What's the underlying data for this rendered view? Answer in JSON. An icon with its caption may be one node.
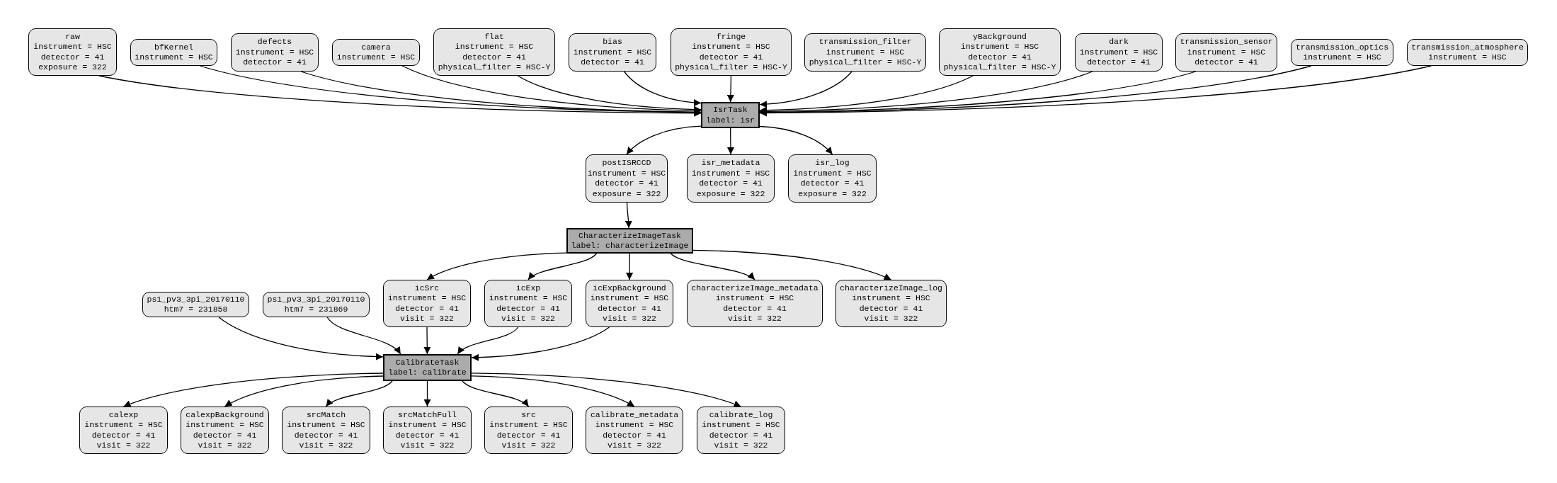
{
  "diagram": {
    "nodes": [
      {
        "text": [
          "raw",
          "instrument = HSC",
          "detector = 41",
          "exposure = 322"
        ]
      },
      {
        "text": [
          "bfKernel",
          "instrument = HSC"
        ]
      },
      {
        "text": [
          "defects",
          "instrument = HSC",
          "detector = 41"
        ]
      },
      {
        "text": [
          "camera",
          "instrument = HSC"
        ]
      },
      {
        "text": [
          "flat",
          "instrument = HSC",
          "detector = 41",
          "physical_filter = HSC-Y"
        ]
      },
      {
        "text": [
          "bias",
          "instrument = HSC",
          "detector = 41"
        ]
      },
      {
        "text": [
          "fringe",
          "instrument = HSC",
          "detector = 41",
          "physical_filter = HSC-Y"
        ]
      },
      {
        "text": [
          "transmission_filter",
          "instrument = HSC",
          "physical_filter = HSC-Y"
        ]
      },
      {
        "text": [
          "yBackground",
          "instrument = HSC",
          "detector = 41",
          "physical_filter = HSC-Y"
        ]
      },
      {
        "text": [
          "dark",
          "instrument = HSC",
          "detector = 41"
        ]
      },
      {
        "text": [
          "transmission_sensor",
          "instrument = HSC",
          "detector = 41"
        ]
      },
      {
        "text": [
          "transmission_optics",
          "instrument = HSC"
        ]
      },
      {
        "text": [
          "transmission_atmosphere",
          "instrument = HSC"
        ]
      },
      {
        "text": [
          "IsrTask",
          "label: isr"
        ]
      },
      {
        "text": [
          "postISRCCD",
          "instrument = HSC",
          "detector = 41",
          "exposure = 322"
        ]
      },
      {
        "text": [
          "isr_metadata",
          "instrument = HSC",
          "detector = 41",
          "exposure = 322"
        ]
      },
      {
        "text": [
          "isr_log",
          "instrument = HSC",
          "detector = 41",
          "exposure = 322"
        ]
      },
      {
        "text": [
          "CharacterizeImageTask",
          "label: characterizeImage"
        ]
      },
      {
        "text": [
          "ps1_pv3_3pi_20170110",
          "htm7 = 231858"
        ]
      },
      {
        "text": [
          "ps1_pv3_3pi_20170110",
          "htm7 = 231869"
        ]
      },
      {
        "text": [
          "icSrc",
          "instrument = HSC",
          "detector = 41",
          "visit = 322"
        ]
      },
      {
        "text": [
          "icExp",
          "instrument = HSC",
          "detector = 41",
          "visit = 322"
        ]
      },
      {
        "text": [
          "icExpBackground",
          "instrument = HSC",
          "detector = 41",
          "visit = 322"
        ]
      },
      {
        "text": [
          "characterizeImage_metadata",
          "instrument = HSC",
          "detector = 41",
          "visit = 322"
        ]
      },
      {
        "text": [
          "characterizeImage_log",
          "instrument = HSC",
          "detector = 41",
          "visit = 322"
        ]
      },
      {
        "text": [
          "CalibrateTask",
          "label: calibrate"
        ]
      },
      {
        "text": [
          "calexp",
          "instrument = HSC",
          "detector = 41",
          "visit = 322"
        ]
      },
      {
        "text": [
          "calexpBackground",
          "instrument = HSC",
          "detector = 41",
          "visit = 322"
        ]
      },
      {
        "text": [
          "srcMatch",
          "instrument = HSC",
          "detector = 41",
          "visit = 322"
        ]
      },
      {
        "text": [
          "srcMatchFull",
          "instrument = HSC",
          "detector = 41",
          "visit = 322"
        ]
      },
      {
        "text": [
          "src",
          "instrument = HSC",
          "detector = 41",
          "visit = 322"
        ]
      },
      {
        "text": [
          "calibrate_metadata",
          "instrument = HSC",
          "detector = 41",
          "visit = 322"
        ]
      },
      {
        "text": [
          "calibrate_log",
          "instrument = HSC",
          "detector = 41",
          "visit = 322"
        ]
      }
    ],
    "edges": [
      {
        "from": 0,
        "to": 13,
        "arrow": "to"
      },
      {
        "from": 1,
        "to": 13,
        "arrow": "to"
      },
      {
        "from": 2,
        "to": 13,
        "arrow": "to"
      },
      {
        "from": 3,
        "to": 13,
        "arrow": "to"
      },
      {
        "from": 4,
        "to": 13,
        "arrow": "to"
      },
      {
        "from": 5,
        "to": 13,
        "arrow": "to"
      },
      {
        "from": 6,
        "to": 13,
        "arrow": "to"
      },
      {
        "from": 7,
        "to": 13,
        "arrow": "to"
      },
      {
        "from": 8,
        "to": 13,
        "arrow": "to"
      },
      {
        "from": 9,
        "to": 13,
        "arrow": "to"
      },
      {
        "from": 10,
        "to": 13,
        "arrow": "to"
      },
      {
        "from": 11,
        "to": 13,
        "arrow": "to"
      },
      {
        "from": 12,
        "to": 13,
        "arrow": "to"
      },
      {
        "from": 13,
        "to": 14,
        "arrow": "to"
      },
      {
        "from": 13,
        "to": 15,
        "arrow": "to"
      },
      {
        "from": 13,
        "to": 16,
        "arrow": "to"
      },
      {
        "from": 14,
        "to": 17,
        "arrow": "to"
      },
      {
        "from": 17,
        "to": 20,
        "arrow": "to"
      },
      {
        "from": 17,
        "to": 21,
        "arrow": "to"
      },
      {
        "from": 17,
        "to": 22,
        "arrow": "to"
      },
      {
        "from": 17,
        "to": 23,
        "arrow": "to"
      },
      {
        "from": 17,
        "to": 24,
        "arrow": "to"
      },
      {
        "from": 18,
        "to": 25,
        "arrow": "to"
      },
      {
        "from": 19,
        "to": 25,
        "arrow": "to"
      },
      {
        "from": 20,
        "to": 25,
        "arrow": "to"
      },
      {
        "from": 21,
        "to": 25,
        "arrow": "to"
      },
      {
        "from": 22,
        "to": 25,
        "arrow": "to"
      },
      {
        "from": 25,
        "to": 26,
        "arrow": "to"
      },
      {
        "from": 25,
        "to": 27,
        "arrow": "to"
      },
      {
        "from": 25,
        "to": 28,
        "arrow": "to"
      },
      {
        "from": 25,
        "to": 29,
        "arrow": "to"
      },
      {
        "from": 25,
        "to": 30,
        "arrow": "to"
      },
      {
        "from": 25,
        "to": 31,
        "arrow": "to"
      },
      {
        "from": 25,
        "to": 32,
        "arrow": "to"
      }
    ]
  }
}
